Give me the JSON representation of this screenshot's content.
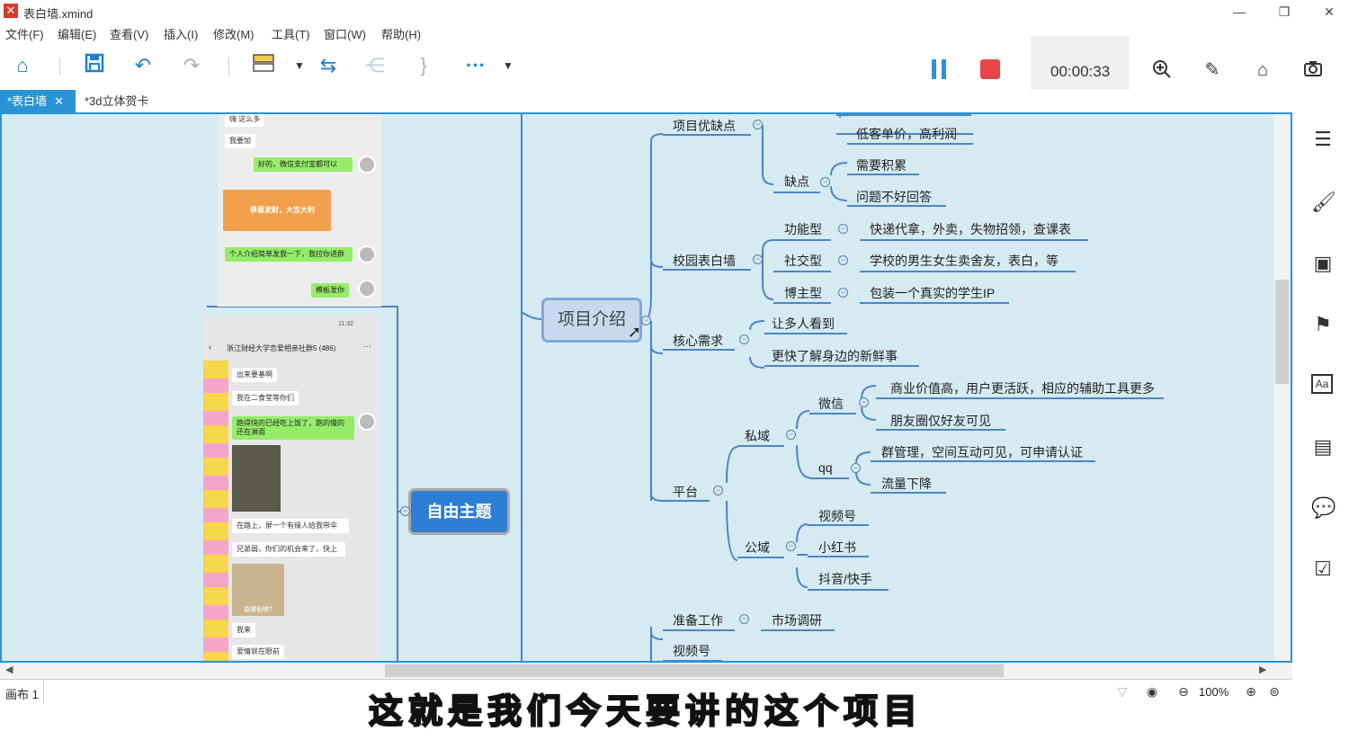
{
  "window": {
    "title": "表白墙.xmind",
    "logo": "✕",
    "minimize": "—",
    "restore": "❐",
    "close": "✕"
  },
  "menu": [
    "文件(F)",
    "编辑(E)",
    "查看(V)",
    "插入(I)",
    "修改(M)",
    "工具(T)",
    "窗口(W)",
    "帮助(H)"
  ],
  "toolbar": {
    "icons": [
      "home-icon",
      "save-icon",
      "undo-icon",
      "redo-icon",
      "topic-style-icon",
      "relationship-icon",
      "structure-icon",
      "summary-icon",
      "more-icon"
    ],
    "more_label": "···"
  },
  "recorder": {
    "time": "00:00:33",
    "icons": [
      "pause-icon",
      "stop-icon",
      "zoom-in-icon",
      "pen-icon",
      "home-icon",
      "camera-icon"
    ]
  },
  "tabs": [
    {
      "label": "*表白墙",
      "active": true
    },
    {
      "label": "*3d立体贺卡",
      "active": false
    }
  ],
  "chat_top": {
    "lines": [
      {
        "text": "我要加",
        "side": "left"
      },
      {
        "text": "好的，微信支付宝都可以",
        "side": "right"
      },
      {
        "text": "恭喜发财，大吉大利",
        "side": "right"
      },
      {
        "text": "个人介绍简单发我一下，我拉你进群",
        "side": "right"
      },
      {
        "text": "模板发你",
        "side": "right"
      }
    ],
    "top_fragment": "嗨 这么多"
  },
  "chat_bottom": {
    "status": "11:32",
    "group_title": "浙江财经大学恋爱相亲社群5 (486)",
    "lines": [
      {
        "text": "出来要基啊",
        "side": "left"
      },
      {
        "text": "我在二食堂等你们",
        "side": "left"
      },
      {
        "text": "跑得快的已经吃上饭了，跑的慢的还在淋雨",
        "side": "right"
      },
      {
        "text": "在路上，屏一个有缘人给我带伞",
        "side": "left"
      },
      {
        "text": "兄弟弱，你们的机会来了，快上",
        "side": "left"
      },
      {
        "text": "我来",
        "side": "left"
      },
      {
        "text": "爱情就在眼前",
        "side": "left"
      }
    ],
    "sticker_text": "尊嘟假嘟?"
  },
  "mindmap": {
    "central": "项目介绍",
    "free_topic": "自由主题",
    "branches": {
      "pros_cons": "项目优缺点",
      "low_price": "低客单价，高利润",
      "cons": "缺点",
      "cons_1": "需要积累",
      "cons_2": "问题不好回答",
      "campus_wall": "校园表白墙",
      "functional": "功能型",
      "functional_desc": "快递代拿，外卖，失物招领，查课表",
      "social": "社交型",
      "social_desc": "学校的男生女生卖舍友，表白，等",
      "blogger": "博主型",
      "blogger_desc": "包装一个真实的学生IP",
      "core_needs": "核心需求",
      "needs_1": "让多人看到",
      "needs_2": "更快了解身边的新鲜事",
      "platform": "平台",
      "private": "私域",
      "wechat": "微信",
      "wechat_1": "商业价值高，用户更活跃，相应的辅助工具更多",
      "wechat_2": "朋友圈仅好友可见",
      "qq": "qq",
      "qq_1": "群管理，空间互动可见，可申请认证",
      "qq_2": "流量下降",
      "public": "公域",
      "video": "视频号",
      "xhs": "小红书",
      "douyin": "抖音/快手",
      "prep": "准备工作",
      "market": "市场调研",
      "video2": "视频号"
    }
  },
  "right_panel": [
    "outline-icon",
    "format-brush-icon",
    "image-icon",
    "flag-icon",
    "text-style-icon",
    "notes-icon",
    "comment-icon",
    "task-icon"
  ],
  "status": {
    "sheet": "画布 1",
    "zoom": "100%"
  },
  "subtitle": "这就是我们今天要讲的这个项目"
}
